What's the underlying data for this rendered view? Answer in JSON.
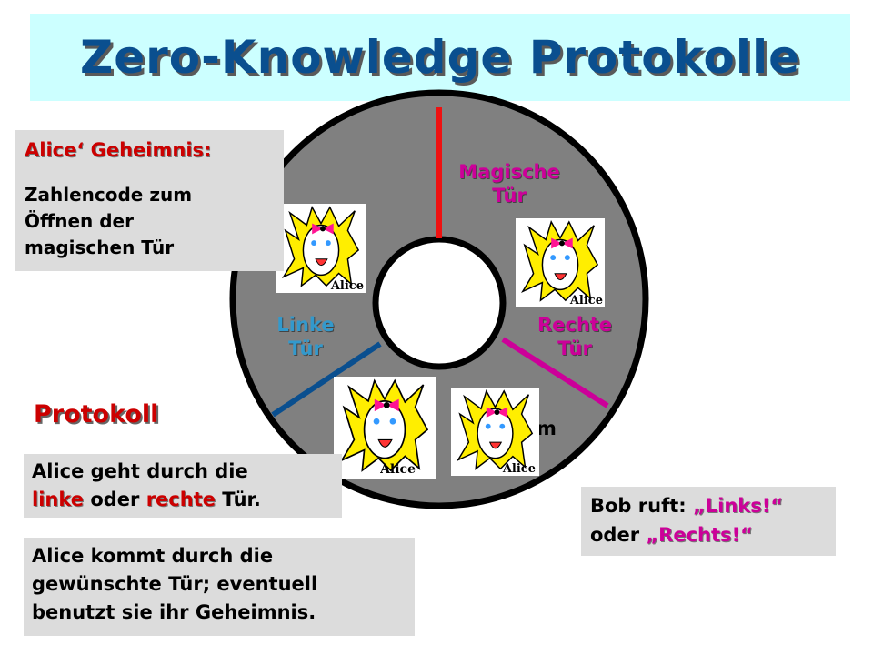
{
  "title": "Zero-Knowledge Protokolle",
  "secret": {
    "heading": "Alice‘ Geheimnis:",
    "body": "Zahlencode zum Öffnen der magischen Tür"
  },
  "doors": {
    "magic_line1": "Magische",
    "magic_line2": "Tür",
    "left_line1": "Linke",
    "left_line2": "Tür",
    "right_line1": "Rechte",
    "right_line2": "Tür"
  },
  "partial_label": "m",
  "alice_caption": "Alice",
  "protocol_heading": "Protokoll",
  "step1": {
    "part1": "Alice geht durch die",
    "linke": "linke",
    "oder": "oder",
    "rechte": "rechte",
    "end": "Tür."
  },
  "bob": {
    "prefix": "Bob ruft:",
    "links": "„Links!“",
    "oder": "oder",
    "rechts": "„Rechts!“"
  },
  "step2": "Alice kommt durch die gewünschte Tür; eventuell benutzt sie ihr Geheimnis.",
  "colors": {
    "title_bg": "#ccffff",
    "title_text": "#0a4f8f",
    "ring": "#808080",
    "magic_door": "#ff0000",
    "left_door": "#0a4f8f",
    "right_door": "#cc0099",
    "box_bg": "#dcdcdc"
  }
}
